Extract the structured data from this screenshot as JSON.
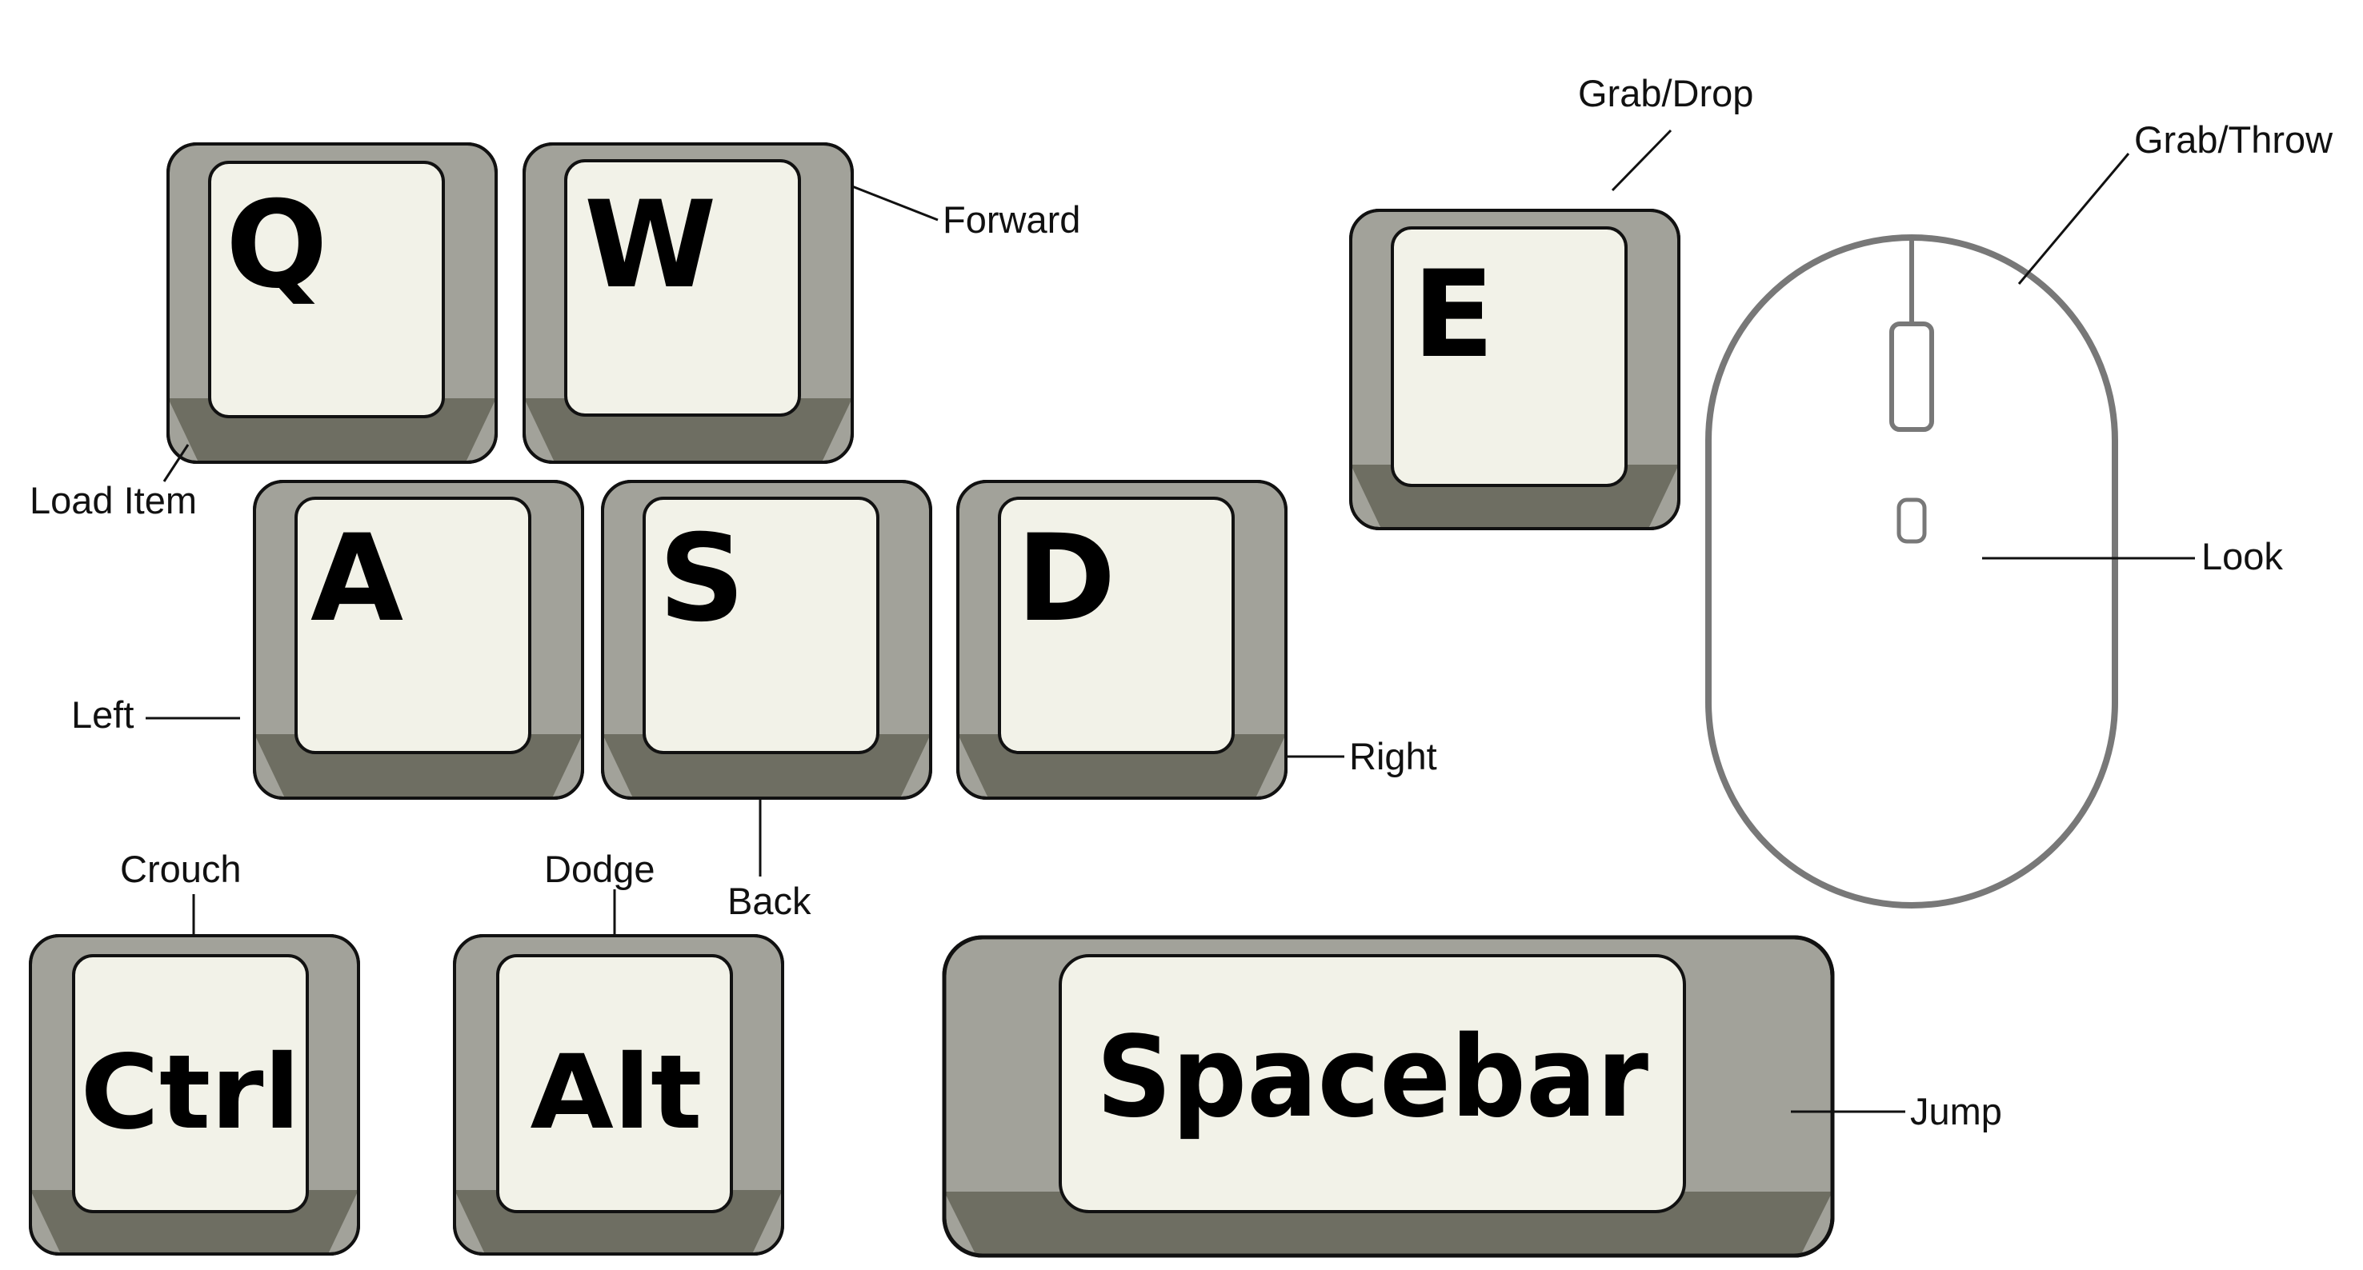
{
  "keys": {
    "q": "Q",
    "w": "W",
    "e": "E",
    "a": "A",
    "s": "S",
    "d": "D",
    "ctrl": "Ctrl",
    "alt": "Alt",
    "space": "Spacebar"
  },
  "labels": {
    "forward": "Forward",
    "load_item": "Load Item",
    "left": "Left",
    "right": "Right",
    "back": "Back",
    "crouch": "Crouch",
    "dodge": "Dodge",
    "grab_drop": "Grab/Drop",
    "grab_throw": "Grab/Throw",
    "look": "Look",
    "jump": "Jump"
  },
  "colors": {
    "key_top": "#f2f2e8",
    "key_side": "#a2a29a",
    "key_bottom": "#6e6e62",
    "key_outline": "#111111",
    "mouse_outline": "#787878",
    "leader_line": "#111111"
  }
}
